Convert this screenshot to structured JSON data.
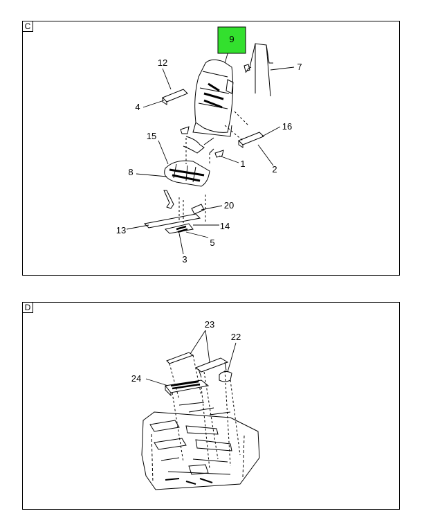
{
  "panels": [
    {
      "tag": "C",
      "callouts": [
        "9",
        "12",
        "7",
        "4",
        "16",
        "15",
        "1",
        "8",
        "2",
        "20",
        "13",
        "14",
        "5",
        "3"
      ],
      "highlighted": "9",
      "highlight_color": "#33e02e"
    },
    {
      "tag": "D",
      "callouts": [
        "23",
        "22",
        "24"
      ]
    }
  ]
}
